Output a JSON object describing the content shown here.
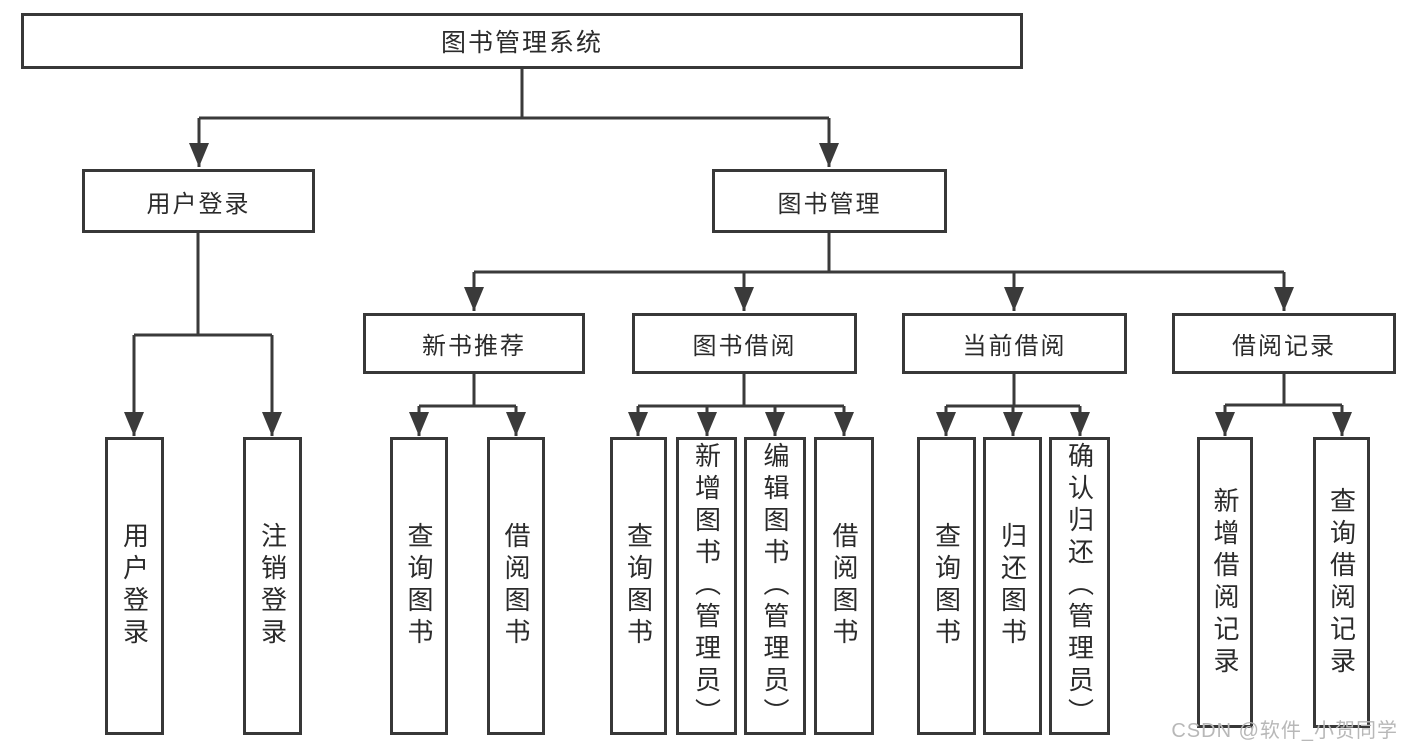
{
  "diagram_title": "图书管理系统",
  "nodes": {
    "root": {
      "label": "图书管理系统"
    },
    "user_login": {
      "label": "用户登录",
      "children": {
        "login": {
          "label": "用户登录"
        },
        "logout": {
          "label": "注销登录"
        }
      }
    },
    "book_mgmt": {
      "label": "图书管理",
      "children": {
        "new_book_rec": {
          "label": "新书推荐",
          "children": {
            "query_book": {
              "label": "查询图书"
            },
            "borrow_book": {
              "label": "借阅图书"
            }
          }
        },
        "book_borrow": {
          "label": "图书借阅",
          "children": {
            "query_book": {
              "label": "查询图书"
            },
            "add_book": {
              "label": "新增图书（管理员）"
            },
            "edit_book": {
              "label": "编辑图书（管理员）"
            },
            "borrow_book": {
              "label": "借阅图书"
            }
          }
        },
        "current_borrow": {
          "label": "当前借阅",
          "children": {
            "query_book": {
              "label": "查询图书"
            },
            "return_book": {
              "label": "归还图书"
            },
            "confirm_return": {
              "label": "确认归还（管理员）"
            }
          }
        },
        "borrow_records": {
          "label": "借阅记录",
          "children": {
            "add_record": {
              "label": "新增借阅记录"
            },
            "query_record": {
              "label": "查询借阅记录"
            }
          }
        }
      }
    }
  },
  "watermark": {
    "label": "CSDN @软件_小贺同学",
    "color": "#b8b8b8"
  },
  "colors": {
    "line": "#3a3a3a",
    "border": "#383838",
    "text": "#2b2b2b",
    "background": "#ffffff"
  }
}
